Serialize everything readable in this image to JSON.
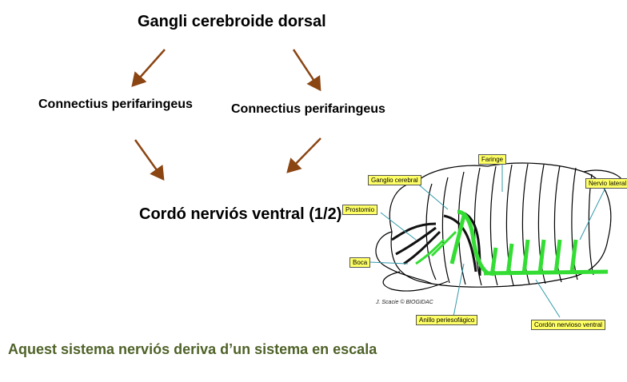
{
  "title": "Gangli cerebroide dorsal",
  "connective_left": "Connectius perifaringeus",
  "connective_right": "Connectius perifaringeus",
  "ventral_cord": "Cordó nerviós ventral (1/2)",
  "caption": "Aquest sistema nerviós deriva d’un sistema en escala",
  "figure": {
    "labels": {
      "faringe": "Faringe",
      "ganglio": "Ganglio cerebral",
      "nervio_lateral": "Nervio lateral",
      "prostomio": "Prostomio",
      "boca": "Boca",
      "anillo": "Anillo periesofágico",
      "cordon": "Cordón nervioso ventral"
    },
    "credit": "J. Scacie © BIOGIDAC"
  },
  "colors": {
    "arrow": "#8B4513",
    "caption": "#4f6228",
    "nerve": "#33dd33",
    "label_fill": "#ffff66"
  }
}
